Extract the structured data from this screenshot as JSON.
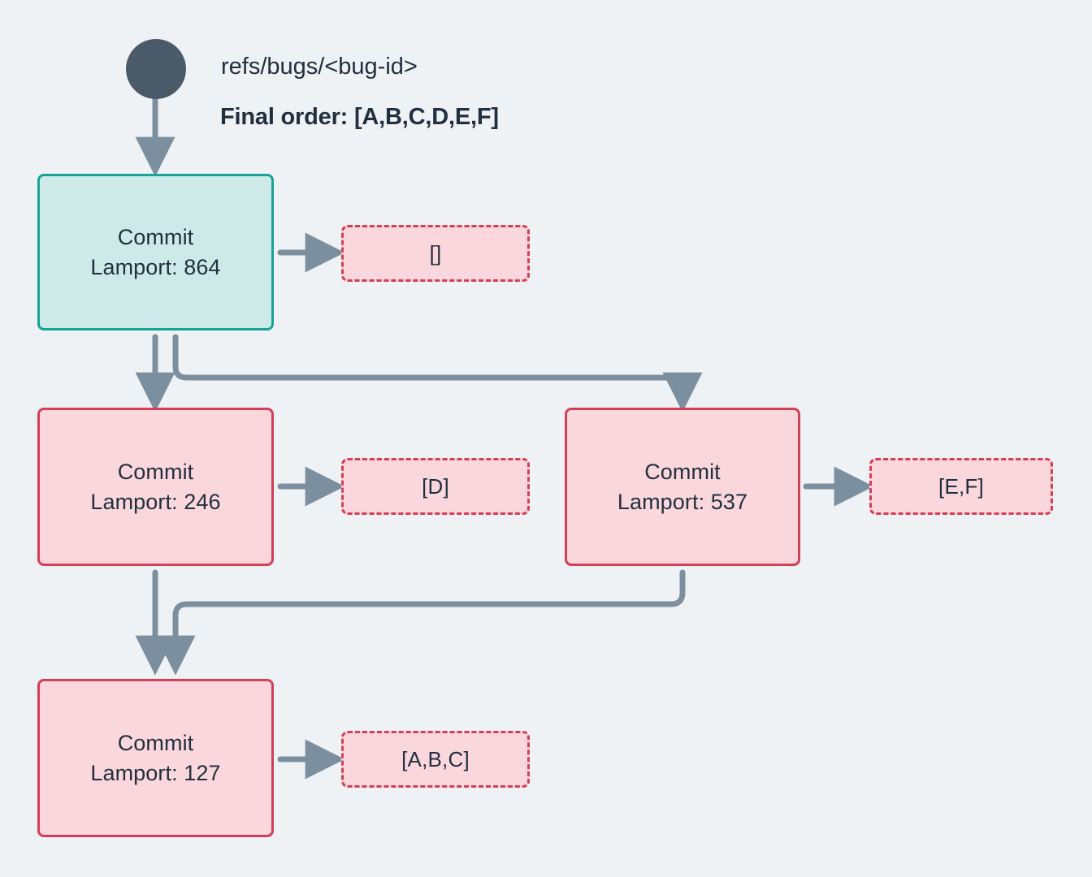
{
  "diagram": {
    "background_color": "#eff2f5",
    "title_ref": "refs/bugs/<bug-id>",
    "final_order_label": "Final order: [A,B,C,D,E,F]",
    "accent_teal": "#17a398",
    "accent_teal_fill": "#cdeae8",
    "accent_pink": "#d33f57",
    "accent_pink_fill": "#f9d7dc",
    "edge_color": "#7c8f9e",
    "start_dot_color": "#4a5a68",
    "text_color": "#222f3e"
  },
  "nodes": {
    "head": {
      "line1": "Commit",
      "line2": "Lamport: 864",
      "payload": "[]"
    },
    "mid_left": {
      "line1": "Commit",
      "line2": "Lamport: 246",
      "payload": "[D]"
    },
    "mid_right": {
      "line1": "Commit",
      "line2": "Lamport: 537",
      "payload": "[E,F]"
    },
    "tail": {
      "line1": "Commit",
      "line2": "Lamport: 127",
      "payload": "[A,B,C]"
    }
  },
  "edges": [
    {
      "from": "start-dot",
      "to": "head",
      "style": "straight-down"
    },
    {
      "from": "head",
      "to": "payload-head",
      "style": "short-right"
    },
    {
      "from": "head",
      "to": "mid_left",
      "style": "straight-down"
    },
    {
      "from": "head",
      "to": "mid_right",
      "style": "elbow-right"
    },
    {
      "from": "mid_left",
      "to": "payload-mid-left",
      "style": "short-right"
    },
    {
      "from": "mid_right",
      "to": "payload-mid-right",
      "style": "short-right"
    },
    {
      "from": "mid_left",
      "to": "tail",
      "style": "straight-down"
    },
    {
      "from": "mid_right",
      "to": "tail",
      "style": "elbow-left"
    },
    {
      "from": "tail",
      "to": "payload-tail",
      "style": "short-right"
    }
  ]
}
